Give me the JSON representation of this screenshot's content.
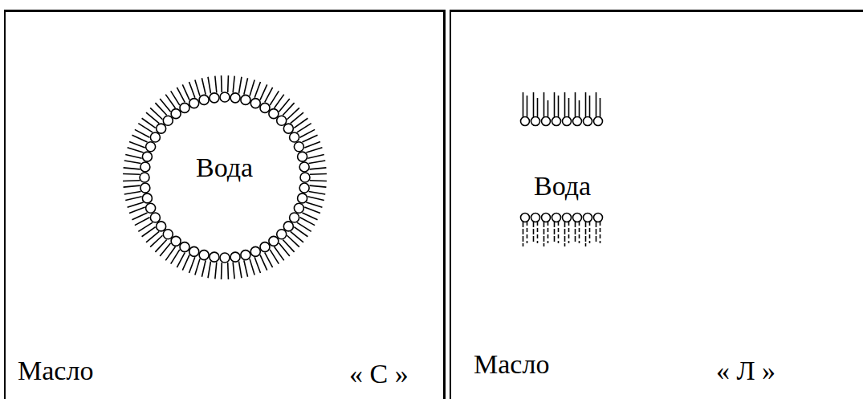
{
  "diagram": {
    "nodes": [
      {
        "text": [
          "Масло",
          "« С »"
        ]
      },
      {
        "text": [
          "Вода"
        ],
        "in": 0
      },
      {
        "text": [
          "Масло",
          "« Л »"
        ]
      }
    ],
    "labels": [
      "Вода"
    ]
  }
}
